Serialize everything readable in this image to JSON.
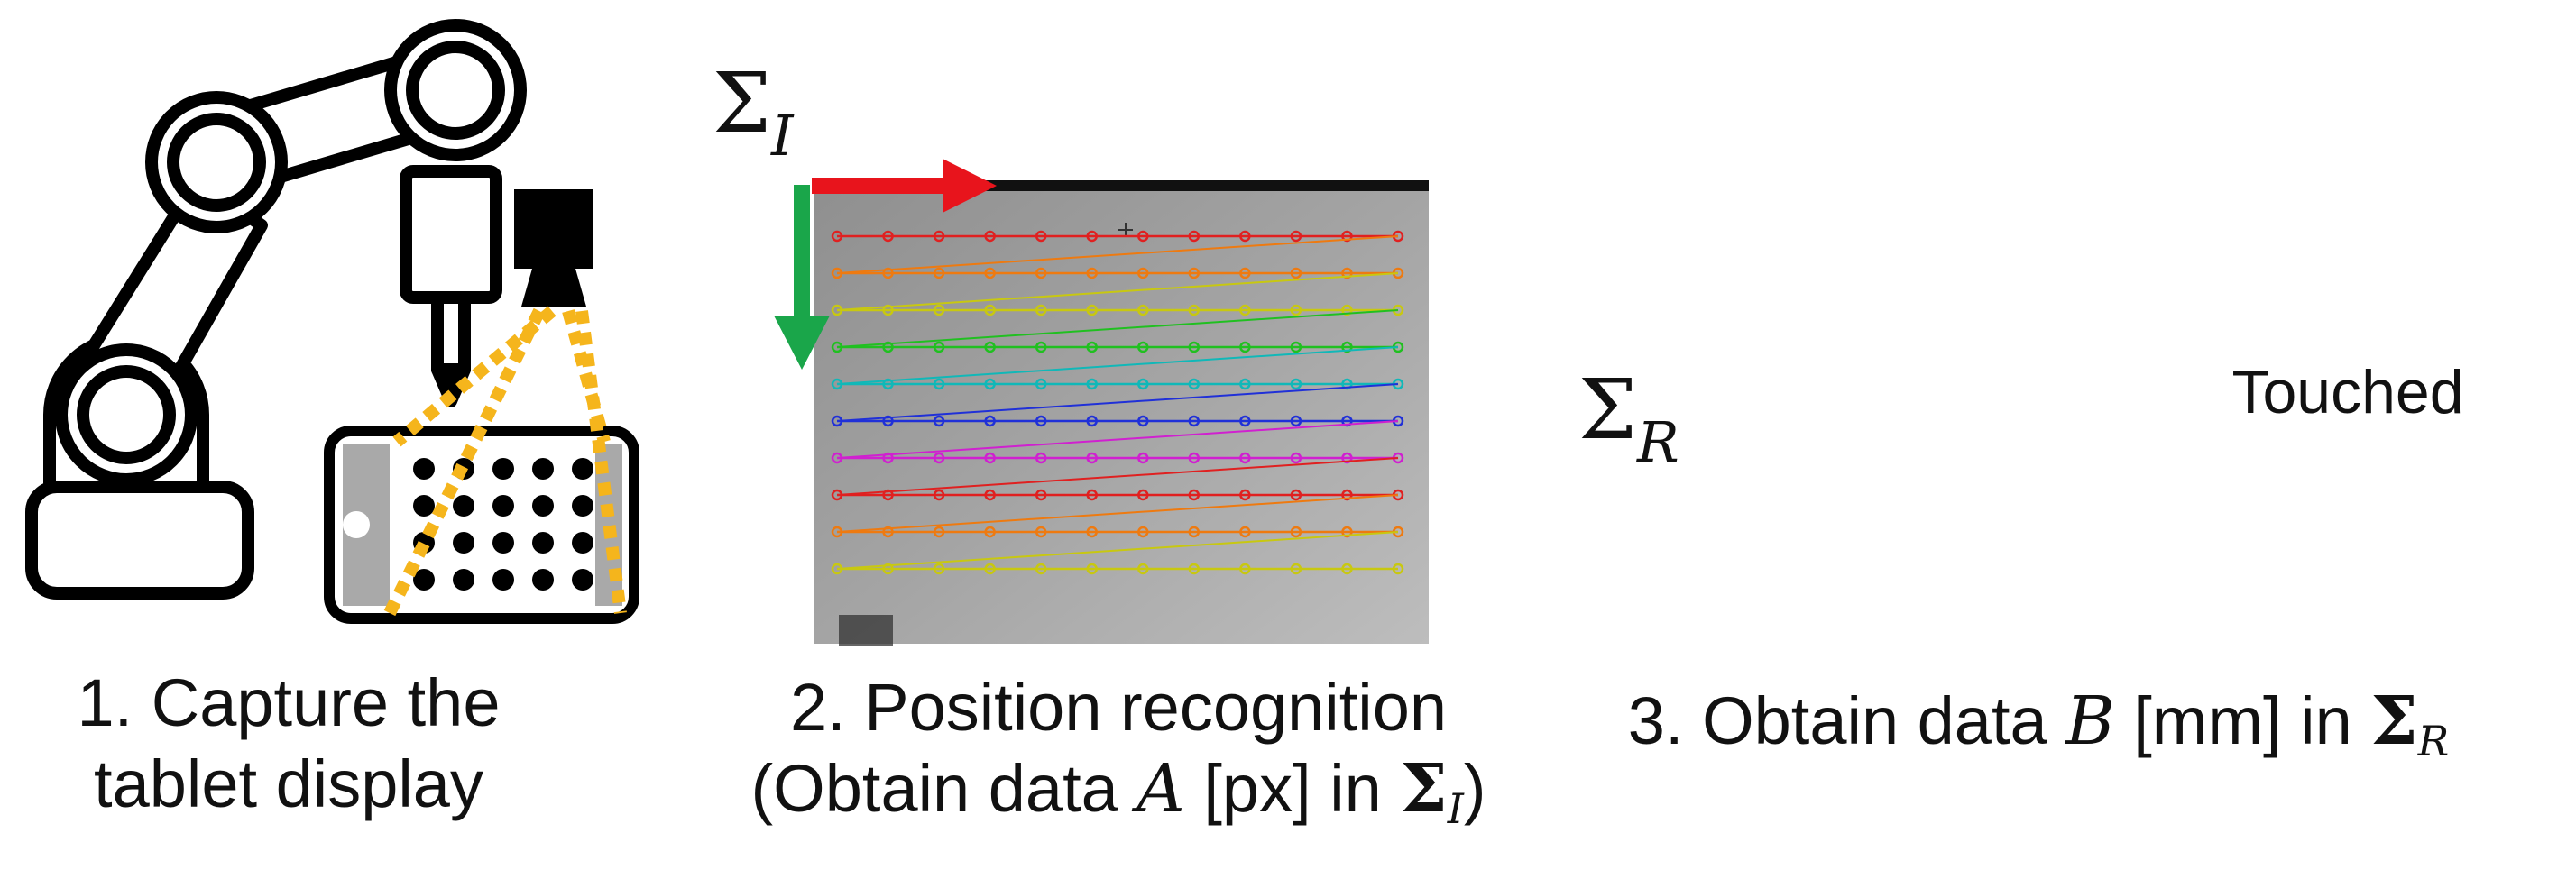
{
  "panels": [
    {
      "caption_line1": "1. Capture the",
      "caption_line2": "tablet display"
    },
    {
      "caption_line1": "2. Position recognition",
      "caption_line2_pre": "(Obtain data ",
      "caption_line2_var": "A",
      "caption_line2_mid": " [px] in ",
      "caption_line2_sym": "Σ",
      "caption_line2_sub": "I",
      "caption_line2_post": ")",
      "frame_symbol": "Σ",
      "frame_subscript": "I"
    },
    {
      "caption_pre": "3. Obtain data ",
      "caption_var": "B",
      "caption_mid": " [mm] in ",
      "caption_sym": "Σ",
      "caption_sub": "R",
      "frame_symbol": "Σ",
      "frame_subscript": "R",
      "callout": "Touched"
    }
  ],
  "colors": {
    "arrow_x": "#e8141c",
    "arrow_y": "#1aa64a",
    "arrow_z": "#1fa9e6",
    "camera_view": "#f5b51c",
    "callout_border": "#1b6fbf",
    "robot_fill": "#ffffff",
    "robot_stroke": "#000000",
    "photo_bg": "#9a9a9a"
  },
  "icons": [
    "robot-arm-icon",
    "camera-icon",
    "tablet-icon",
    "coordinate-axes-icon"
  ]
}
